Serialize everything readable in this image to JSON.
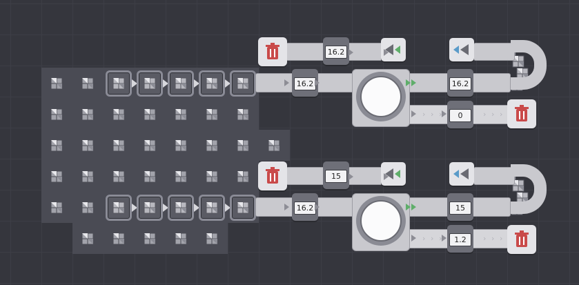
{
  "colors": {
    "background": "#35363d",
    "field": "#4a4b54",
    "belt": "#c9c9ce",
    "counter": "#6e6f78",
    "accent_green": "#5fae6a",
    "accent_blue": "#5a9bc9"
  },
  "icons": [
    "item-glyph-icon",
    "trash-can-icon",
    "spawner-arrow-icon",
    "splitter-wheel-icon"
  ],
  "line_top": {
    "input_counter": "16.2",
    "recycle_counter": "16.2",
    "output_counter": "16.2",
    "overflow_counter": "0"
  },
  "line_bottom": {
    "input_counter": "16.2",
    "recycle_counter": "15",
    "output_counter": "15",
    "overflow_counter": "1.2"
  }
}
